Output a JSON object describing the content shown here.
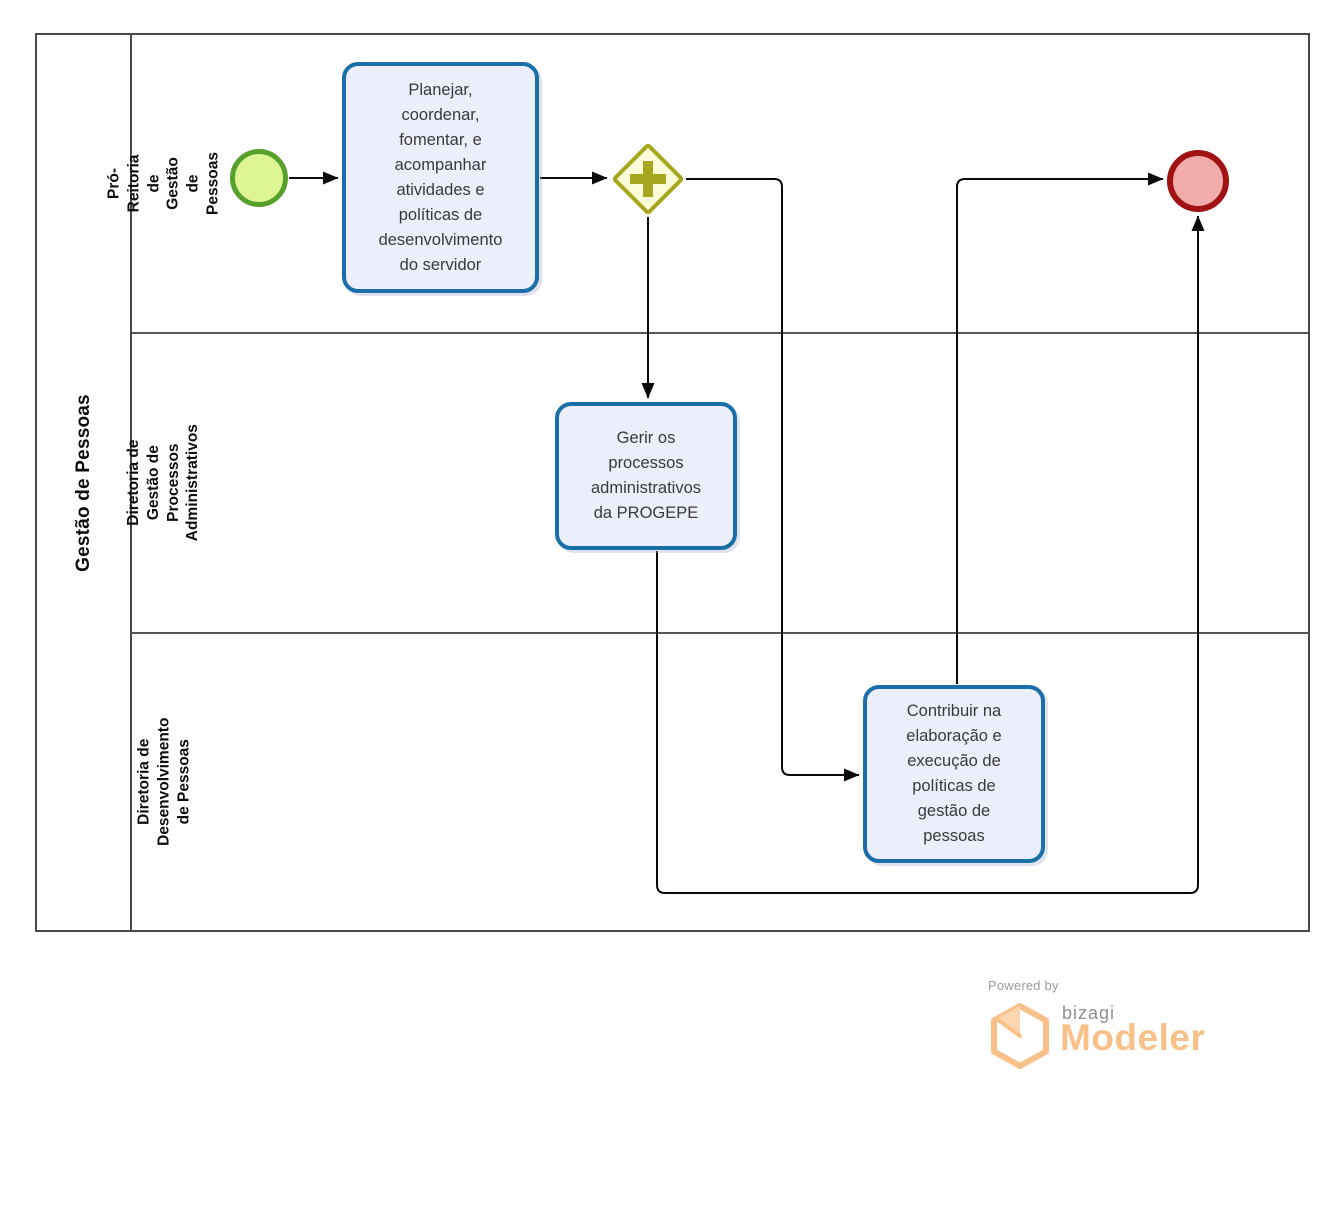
{
  "pool": {
    "label": "Gestão de Pessoas",
    "lanes": [
      {
        "label": "Pró-Reitoria de Gestão de\nPessoas"
      },
      {
        "label": "Diretoria de Gestão de\nProcessos Administrativos"
      },
      {
        "label": "Diretoria de Desenvolvimento\nde Pessoas"
      }
    ]
  },
  "nodes": {
    "start_event": {
      "type": "start-event"
    },
    "task_planejar": {
      "label": "Planejar,\ncoordenar,\nfomentar, e\nacompanhar\natividades e\npolíticas de\ndesenvolvimento\ndo servidor"
    },
    "gateway": {
      "type": "parallel-gateway"
    },
    "task_gerir": {
      "label": "Gerir os\nprocessos\nadministrativos\nda PROGEPE"
    },
    "task_contribuir": {
      "label": "Contribuir na\nelaboração e\nexecução de\npolíticas de\ngestão de\npessoas"
    },
    "end_event": {
      "type": "end-event"
    }
  },
  "colors": {
    "task_fill": "#ebeefb",
    "task_border": "#1a6fa8",
    "start_fill": "#ddf593",
    "start_border": "#55a12c",
    "gateway_fill": "#fcfcd9",
    "gateway_border": "#a5a81f",
    "end_fill": "#f1aba9",
    "end_border": "#a11212",
    "flow_line": "#0a0a0a",
    "lane_divider": "#565656",
    "pool_border": "#4a4a4a",
    "logo_orange": "#f9c189",
    "logo_gray": "#9b9b9b"
  },
  "footer": {
    "powered_by": "Powered by",
    "brand": "bizagi",
    "product": "Modeler"
  }
}
